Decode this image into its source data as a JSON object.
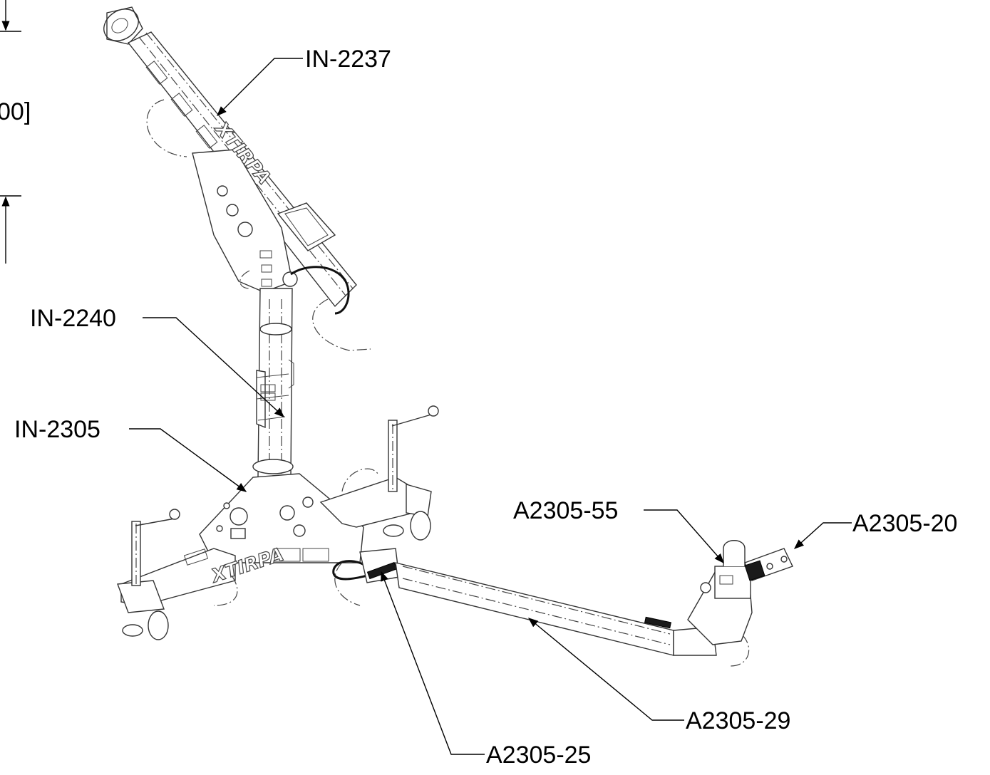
{
  "drawing": {
    "dimension_fragment": "00]",
    "brand_mark": "XTIRPA",
    "callouts": [
      {
        "id": "in-2237",
        "label": "IN-2237"
      },
      {
        "id": "in-2240",
        "label": "IN-2240"
      },
      {
        "id": "in-2305",
        "label": "IN-2305"
      },
      {
        "id": "a2305-55",
        "label": "A2305-55"
      },
      {
        "id": "a2305-20",
        "label": "A2305-20"
      },
      {
        "id": "a2305-29",
        "label": "A2305-29"
      },
      {
        "id": "a2305-25",
        "label": "A2305-25"
      }
    ]
  }
}
